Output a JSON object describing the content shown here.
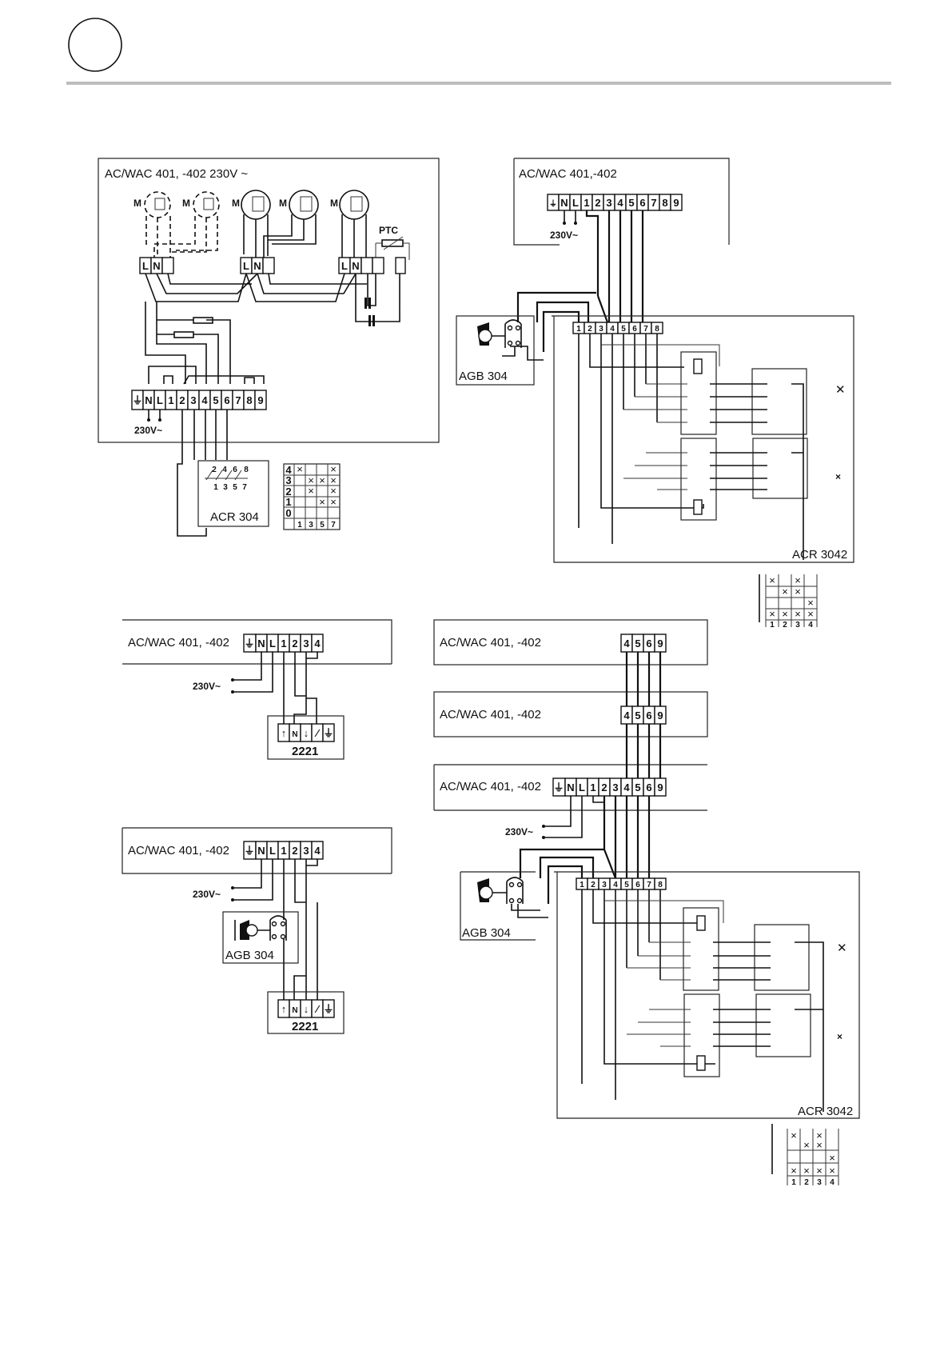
{
  "header": {
    "circle_badge": "",
    "rule_color": "#bdbdbd"
  },
  "diagrams": {
    "d1": {
      "title": "AC/WAC 401, -402 230V ~",
      "motor_label": "M",
      "ptc_label": "PTC",
      "terminals": [
        "⏚",
        "N",
        "L",
        "1",
        "2",
        "3",
        "4",
        "5",
        "6",
        "7",
        "8",
        "9"
      ],
      "motor_terminals": [
        "L",
        "N"
      ],
      "supply": "230V~",
      "switch_name": "ACR 304",
      "switch_contacts_top": [
        "2",
        "4",
        "6",
        "8"
      ],
      "switch_contacts_bottom": [
        "1",
        "3",
        "5",
        "7"
      ],
      "truth_table": {
        "rows": [
          "4",
          "3",
          "2",
          "1",
          "0"
        ],
        "cols": [
          "1",
          "3",
          "5",
          "7"
        ],
        "marks": [
          [
            "×",
            "",
            "",
            "×"
          ],
          [
            "",
            "×",
            "×",
            "×"
          ],
          [
            "",
            "×",
            "",
            "×"
          ],
          [
            "",
            "",
            "×",
            "×"
          ],
          [
            "",
            "",
            "",
            ""
          ]
        ]
      }
    },
    "d2": {
      "title": "AC/WAC 401,-402",
      "terminals": [
        "⏚",
        "N",
        "L",
        "1",
        "2",
        "3",
        "4",
        "5",
        "6",
        "7",
        "8",
        "9"
      ],
      "supply": "230V~",
      "sensor_name": "AGB 304",
      "switch_terminals": [
        "1",
        "2",
        "3",
        "4",
        "5",
        "6",
        "7",
        "8"
      ],
      "switch_name": "ACR 3042",
      "fan_symbol": "✕",
      "off_symbol": "×",
      "truth_table": {
        "cols": [
          "1",
          "2",
          "3",
          "4"
        ],
        "marks": [
          [
            "×",
            "",
            "×",
            ""
          ],
          [
            "",
            "×",
            "×",
            ""
          ],
          [
            "",
            "",
            "",
            "×"
          ],
          [
            "×",
            "×",
            "×",
            "×"
          ]
        ]
      }
    },
    "d3": {
      "title": "AC/WAC 401, -402",
      "terminals": [
        "⏚",
        "N",
        "L",
        "1",
        "2",
        "3",
        "4"
      ],
      "supply": "230V~",
      "thermostat_name": "2221",
      "thermostat_terminals": [
        "↑",
        "N",
        "↓",
        "⁄",
        "⏚"
      ]
    },
    "d4": {
      "title": "AC/WAC 401, -402",
      "terminals": [
        "⏚",
        "N",
        "L",
        "1",
        "2",
        "3",
        "4"
      ],
      "supply": "230V~",
      "sensor_name": "AGB 304",
      "thermostat_name": "2221",
      "thermostat_terminals": [
        "↑",
        "N",
        "↓",
        "⁄",
        "⏚"
      ]
    },
    "d5": {
      "units": [
        {
          "title": "AC/WAC 401, -402",
          "terminals": [
            "4",
            "5",
            "6",
            "9"
          ]
        },
        {
          "title": "AC/WAC 401, -402",
          "terminals": [
            "4",
            "5",
            "6",
            "9"
          ]
        },
        {
          "title": "AC/WAC 401, -402",
          "terminals": [
            "⏚",
            "N",
            "L",
            "1",
            "2",
            "3",
            "4",
            "5",
            "6",
            "9"
          ]
        }
      ],
      "supply": "230V~",
      "sensor_name": "AGB 304",
      "switch_terminals": [
        "1",
        "2",
        "3",
        "4",
        "5",
        "6",
        "7",
        "8"
      ],
      "switch_name": "ACR 3042",
      "fan_symbol": "✕",
      "off_symbol": "×",
      "truth_table": {
        "cols": [
          "1",
          "2",
          "3",
          "4"
        ],
        "marks": [
          [
            "×",
            "",
            "×",
            ""
          ],
          [
            "",
            "×",
            "×",
            ""
          ],
          [
            "",
            "",
            "",
            "×"
          ],
          [
            "×",
            "×",
            "×",
            "×"
          ]
        ]
      }
    }
  }
}
